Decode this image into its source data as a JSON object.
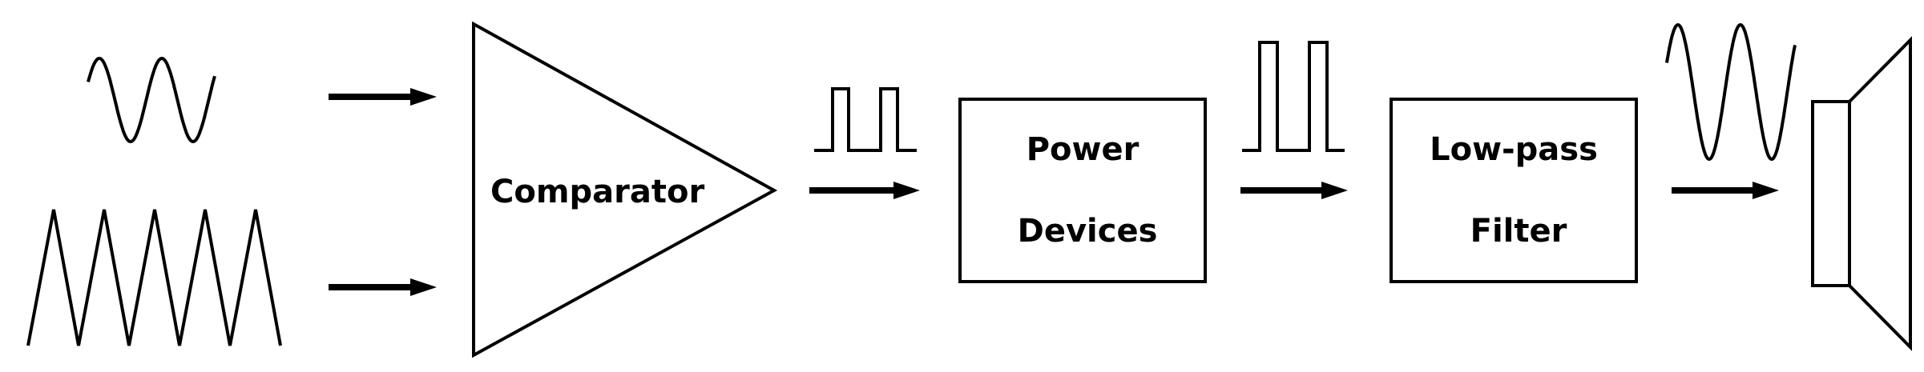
{
  "blocks": {
    "comparator": "Comparator",
    "power_devices_line1": "Power",
    "power_devices_line2": "Devices",
    "lowpass_line1": "Low-pass",
    "lowpass_line2": "Filter"
  }
}
